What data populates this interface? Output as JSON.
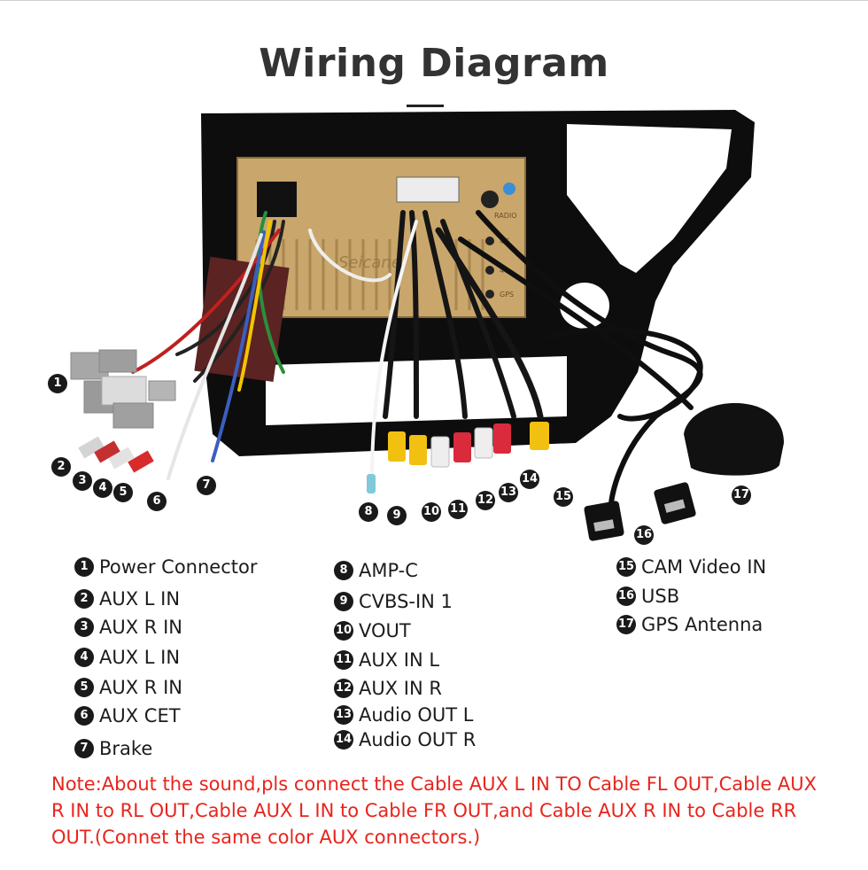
{
  "title": "Wiring Diagram",
  "watermark": "Seicane",
  "panel_labels": {
    "radio": "RADIO",
    "fourg_1": "4G",
    "fourg_2": "4G",
    "gps": "GPS"
  },
  "callouts": [
    "1",
    "2",
    "3",
    "4",
    "5",
    "6",
    "7",
    "8",
    "9",
    "10",
    "11",
    "12",
    "13",
    "14",
    "15",
    "16",
    "17"
  ],
  "legend": [
    {
      "num": "1",
      "label": "Power Connector"
    },
    {
      "num": "2",
      "label": "AUX  L IN"
    },
    {
      "num": "3",
      "label": "AUX R IN"
    },
    {
      "num": "4",
      "label": "AUX  L IN"
    },
    {
      "num": "5",
      "label": "AUX R IN"
    },
    {
      "num": "6",
      "label": "AUX CET"
    },
    {
      "num": "7",
      "label": "Brake"
    },
    {
      "num": "8",
      "label": "AMP-C"
    },
    {
      "num": "9",
      "label": "CVBS-IN 1"
    },
    {
      "num": "10",
      "label": "VOUT"
    },
    {
      "num": "11",
      "label": "AUX IN L"
    },
    {
      "num": "12",
      "label": "AUX IN R"
    },
    {
      "num": "13",
      "label": "Audio OUT L"
    },
    {
      "num": "14",
      "label": "Audio OUT R"
    },
    {
      "num": "15",
      "label": "CAM Video IN"
    },
    {
      "num": "16",
      "label": "USB"
    },
    {
      "num": "17",
      "label": "GPS Antenna"
    }
  ],
  "note": "Note:About the sound,pls connect the Cable AUX L IN TO Cable FL OUT,Cable AUX R IN to RL OUT,Cable AUX L IN to Cable FR OUT,and Cable AUX R IN to Cable RR OUT.(Connet the same color AUX connectors.)",
  "colors": {
    "note": "#e8241c",
    "badge": "#1a1a1a",
    "frame": "#0d0d0d",
    "board": "#c9a66b"
  }
}
